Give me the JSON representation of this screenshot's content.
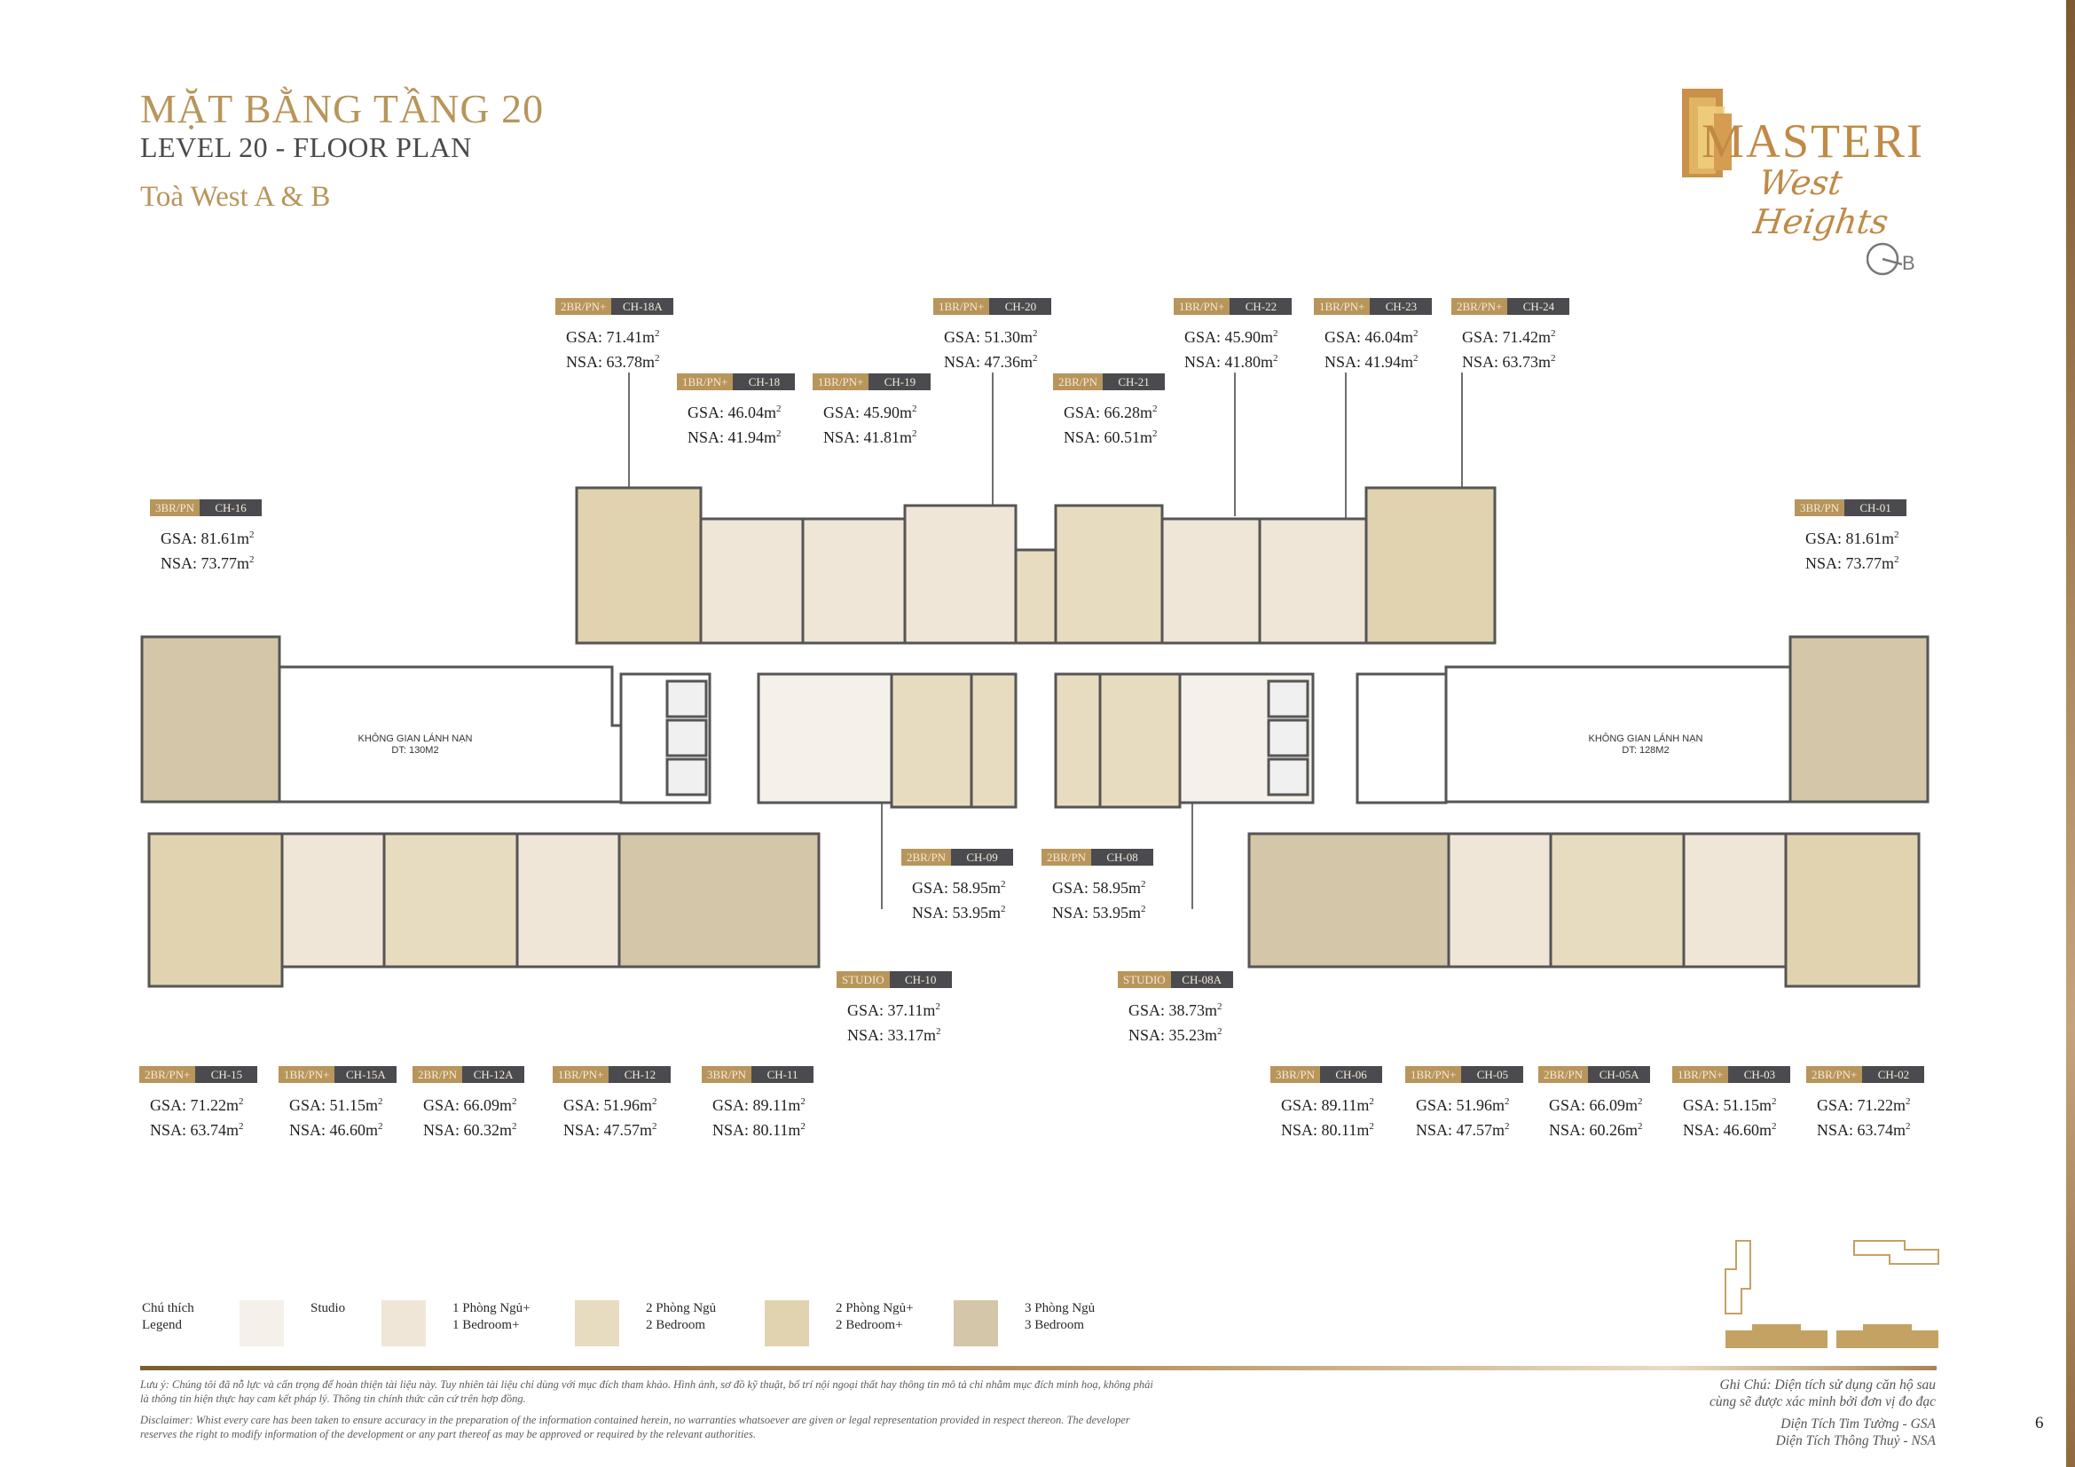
{
  "header": {
    "title_vn": "MẶT BẰNG TẦNG 20",
    "title_en": "LEVEL 20 - FLOOR PLAN",
    "subtitle": "Toà West A & B"
  },
  "logo": {
    "wordmark": "MASTERI",
    "script": "West Heights"
  },
  "compass": {
    "label": "B"
  },
  "colors": {
    "gold": "#b8955a",
    "tag_dark": "#4b4b4f",
    "studio": "#f5f1ea",
    "one_bedroom_plus": "#efe6d8",
    "two_bedroom": "#e8dcc0",
    "two_bedroom_plus": "#e1d3b0",
    "three_bedroom": "#d3c6a9"
  },
  "units": {
    "ch16": {
      "type": "3BR/PN",
      "code": "CH-16",
      "gsa": "GSA: 81.61m",
      "nsa": "NSA: 73.77m"
    },
    "ch18a": {
      "type": "2BR/PN+",
      "code": "CH-18A",
      "gsa": "GSA: 71.41m",
      "nsa": "NSA: 63.78m"
    },
    "ch18": {
      "type": "1BR/PN+",
      "code": "CH-18",
      "gsa": "GSA: 46.04m",
      "nsa": "NSA: 41.94m"
    },
    "ch19": {
      "type": "1BR/PN+",
      "code": "CH-19",
      "gsa": "GSA: 45.90m",
      "nsa": "NSA: 41.81m"
    },
    "ch20": {
      "type": "1BR/PN+",
      "code": "CH-20",
      "gsa": "GSA: 51.30m",
      "nsa": "NSA: 47.36m"
    },
    "ch21": {
      "type": "2BR/PN",
      "code": "CH-21",
      "gsa": "GSA: 66.28m",
      "nsa": "NSA: 60.51m"
    },
    "ch22": {
      "type": "1BR/PN+",
      "code": "CH-22",
      "gsa": "GSA: 45.90m",
      "nsa": "NSA: 41.80m"
    },
    "ch23": {
      "type": "1BR/PN+",
      "code": "CH-23",
      "gsa": "GSA: 46.04m",
      "nsa": "NSA: 41.94m"
    },
    "ch24": {
      "type": "2BR/PN+",
      "code": "CH-24",
      "gsa": "GSA: 71.42m",
      "nsa": "NSA: 63.73m"
    },
    "ch01": {
      "type": "3BR/PN",
      "code": "CH-01",
      "gsa": "GSA: 81.61m",
      "nsa": "NSA: 73.77m"
    },
    "ch09": {
      "type": "2BR/PN",
      "code": "CH-09",
      "gsa": "GSA: 58.95m",
      "nsa": "NSA: 53.95m"
    },
    "ch08": {
      "type": "2BR/PN",
      "code": "CH-08",
      "gsa": "GSA: 58.95m",
      "nsa": "NSA: 53.95m"
    },
    "ch10": {
      "type": "STUDIO",
      "code": "CH-10",
      "gsa": "GSA: 37.11m",
      "nsa": "NSA: 33.17m"
    },
    "ch08a": {
      "type": "STUDIO",
      "code": "CH-08A",
      "gsa": "GSA: 38.73m",
      "nsa": "NSA: 35.23m"
    },
    "ch15": {
      "type": "2BR/PN+",
      "code": "CH-15",
      "gsa": "GSA: 71.22m",
      "nsa": "NSA: 63.74m"
    },
    "ch15a": {
      "type": "1BR/PN+",
      "code": "CH-15A",
      "gsa": "GSA: 51.15m",
      "nsa": "NSA: 46.60m"
    },
    "ch12a": {
      "type": "2BR/PN",
      "code": "CH-12A",
      "gsa": "GSA: 66.09m",
      "nsa": "NSA: 60.32m"
    },
    "ch12": {
      "type": "1BR/PN+",
      "code": "CH-12",
      "gsa": "GSA: 51.96m",
      "nsa": "NSA: 47.57m"
    },
    "ch11": {
      "type": "3BR/PN",
      "code": "CH-11",
      "gsa": "GSA: 89.11m",
      "nsa": "NSA: 80.11m"
    },
    "ch06": {
      "type": "3BR/PN",
      "code": "CH-06",
      "gsa": "GSA: 89.11m",
      "nsa": "NSA: 80.11m"
    },
    "ch05": {
      "type": "1BR/PN+",
      "code": "CH-05",
      "gsa": "GSA: 51.96m",
      "nsa": "NSA: 47.57m"
    },
    "ch05a": {
      "type": "2BR/PN",
      "code": "CH-05A",
      "gsa": "GSA: 66.09m",
      "nsa": "NSA: 60.26m"
    },
    "ch03": {
      "type": "1BR/PN+",
      "code": "CH-03",
      "gsa": "GSA: 51.15m",
      "nsa": "NSA: 46.60m"
    },
    "ch02": {
      "type": "2BR/PN+",
      "code": "CH-02",
      "gsa": "GSA: 71.22m",
      "nsa": "NSA: 63.74m"
    }
  },
  "area_unit_sup": "2",
  "plan": {
    "refuge_left_title": "KHÔNG GIAN LÁNH NẠN",
    "refuge_left_area": "DT: 130M2",
    "refuge_right_title": "KHÔNG GIAN LÁNH NẠN",
    "refuge_right_area": "DT: 128M2"
  },
  "legend": {
    "title_vn": "Chú thích",
    "title_en": "Legend",
    "items": [
      {
        "vn": "Studio",
        "en": ""
      },
      {
        "vn": "1 Phòng Ngủ+",
        "en": "1 Bedroom+"
      },
      {
        "vn": "2 Phòng Ngủ",
        "en": "2 Bedroom"
      },
      {
        "vn": "2 Phòng Ngủ+",
        "en": "2 Bedroom+"
      },
      {
        "vn": "3 Phòng Ngủ",
        "en": "3 Bedroom"
      }
    ]
  },
  "disclaimer": {
    "vn": "Lưu ý: Chúng tôi đã nỗ lực và cẩn trọng để hoàn thiện tài liệu này. Tuy nhiên tài liệu chỉ dùng với mục đích tham khảo. Hình ảnh, sơ đồ kỹ thuật, bố trí nội ngoại thất hay thông tin mô tả chỉ nhằm mục đích minh hoạ, không phải là thông tin hiện thực hay cam kết pháp lý. Thông tin chính thức căn cứ trên hợp đồng.",
    "en": "Disclaimer: Whist every care has been taken to ensure accuracy in the preparation of the information contained herein, no warranties whatsoever are given or legal representation provided in respect thereon. The developer reserves the right to modify information of the development or any part thereof as may be approved or required by the relevant authorities."
  },
  "note": {
    "line1": "Ghi Chú: Diện tích sử dụng căn hộ sau",
    "line2": "cùng sẽ được xác minh bởi đơn vị đo đạc",
    "line3": "Diện Tích Tim Tường - GSA",
    "line4": "Diện Tích Thông Thuỷ - NSA"
  },
  "page_number": "6"
}
